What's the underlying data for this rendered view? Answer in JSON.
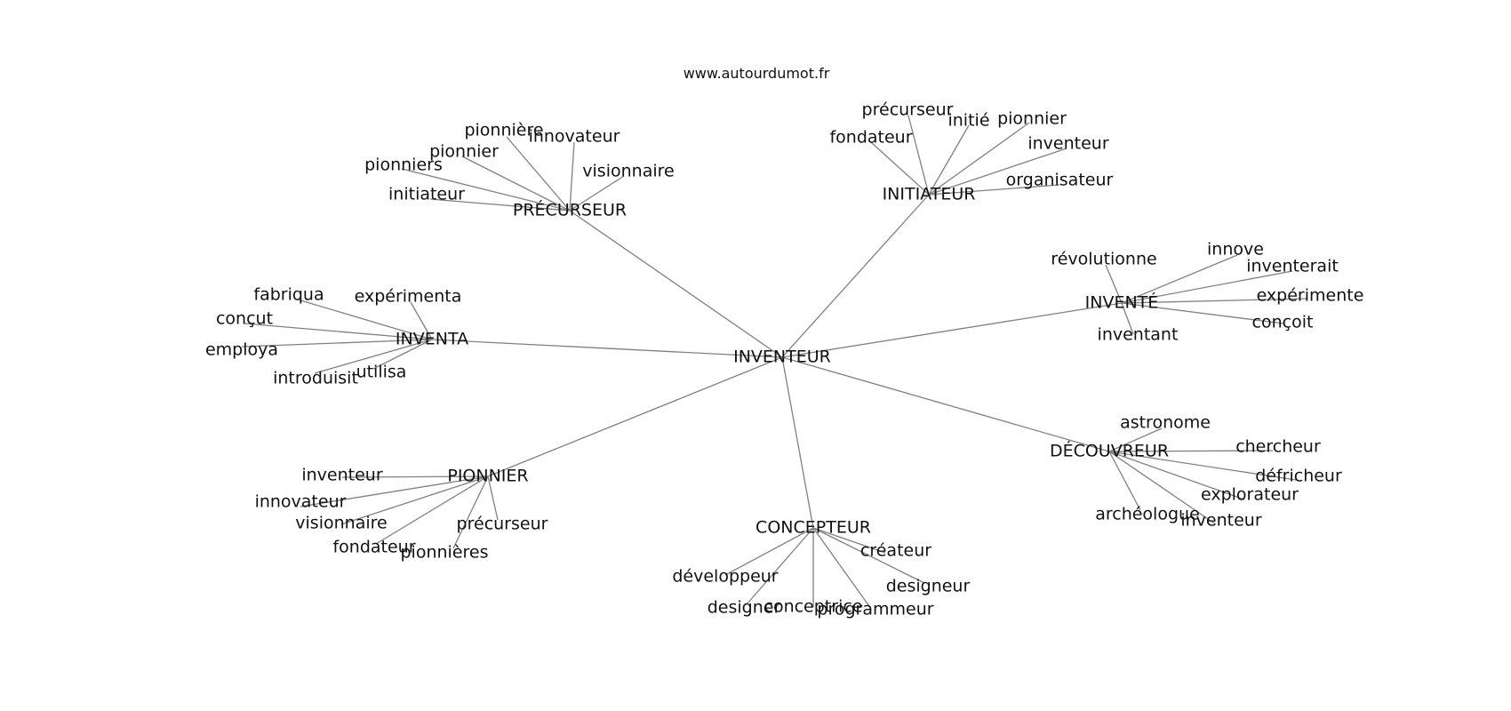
{
  "site": "www.autourdumot.fr",
  "colors": {
    "edge": "#808080",
    "text": "#111111",
    "background": "#ffffff"
  },
  "root": {
    "label": "INVENTEUR"
  },
  "hubs": [
    {
      "id": "precurseur",
      "label": "PRÉCURSEUR",
      "leaves": [
        "pionnière",
        "innovateur",
        "pionnier",
        "pionniers",
        "visionnaire",
        "initiateur"
      ]
    },
    {
      "id": "initiateur",
      "label": "INITIATEUR",
      "leaves": [
        "précurseur",
        "initié",
        "pionnier",
        "fondateur",
        "inventeur",
        "organisateur"
      ]
    },
    {
      "id": "invente",
      "label": "INVENTÉ",
      "leaves": [
        "révolutionne",
        "innove",
        "inventerait",
        "expérimente",
        "conçoit",
        "inventant"
      ]
    },
    {
      "id": "inventa",
      "label": "INVENTA",
      "leaves": [
        "fabriqua",
        "expérimenta",
        "conçut",
        "employa",
        "utilisa",
        "introduisit"
      ]
    },
    {
      "id": "decouvreur",
      "label": "DÉCOUVREUR",
      "leaves": [
        "astronome",
        "chercheur",
        "défricheur",
        "explorateur",
        "archéologue",
        "inventeur"
      ]
    },
    {
      "id": "pionnier",
      "label": "PIONNIER",
      "leaves": [
        "inventeur",
        "innovateur",
        "visionnaire",
        "précurseur",
        "fondateur",
        "pionnières"
      ]
    },
    {
      "id": "concepteur",
      "label": "CONCEPTEUR",
      "leaves": [
        "créateur",
        "développeur",
        "designeur",
        "designer",
        "conceptrice",
        "programmeur"
      ]
    }
  ]
}
